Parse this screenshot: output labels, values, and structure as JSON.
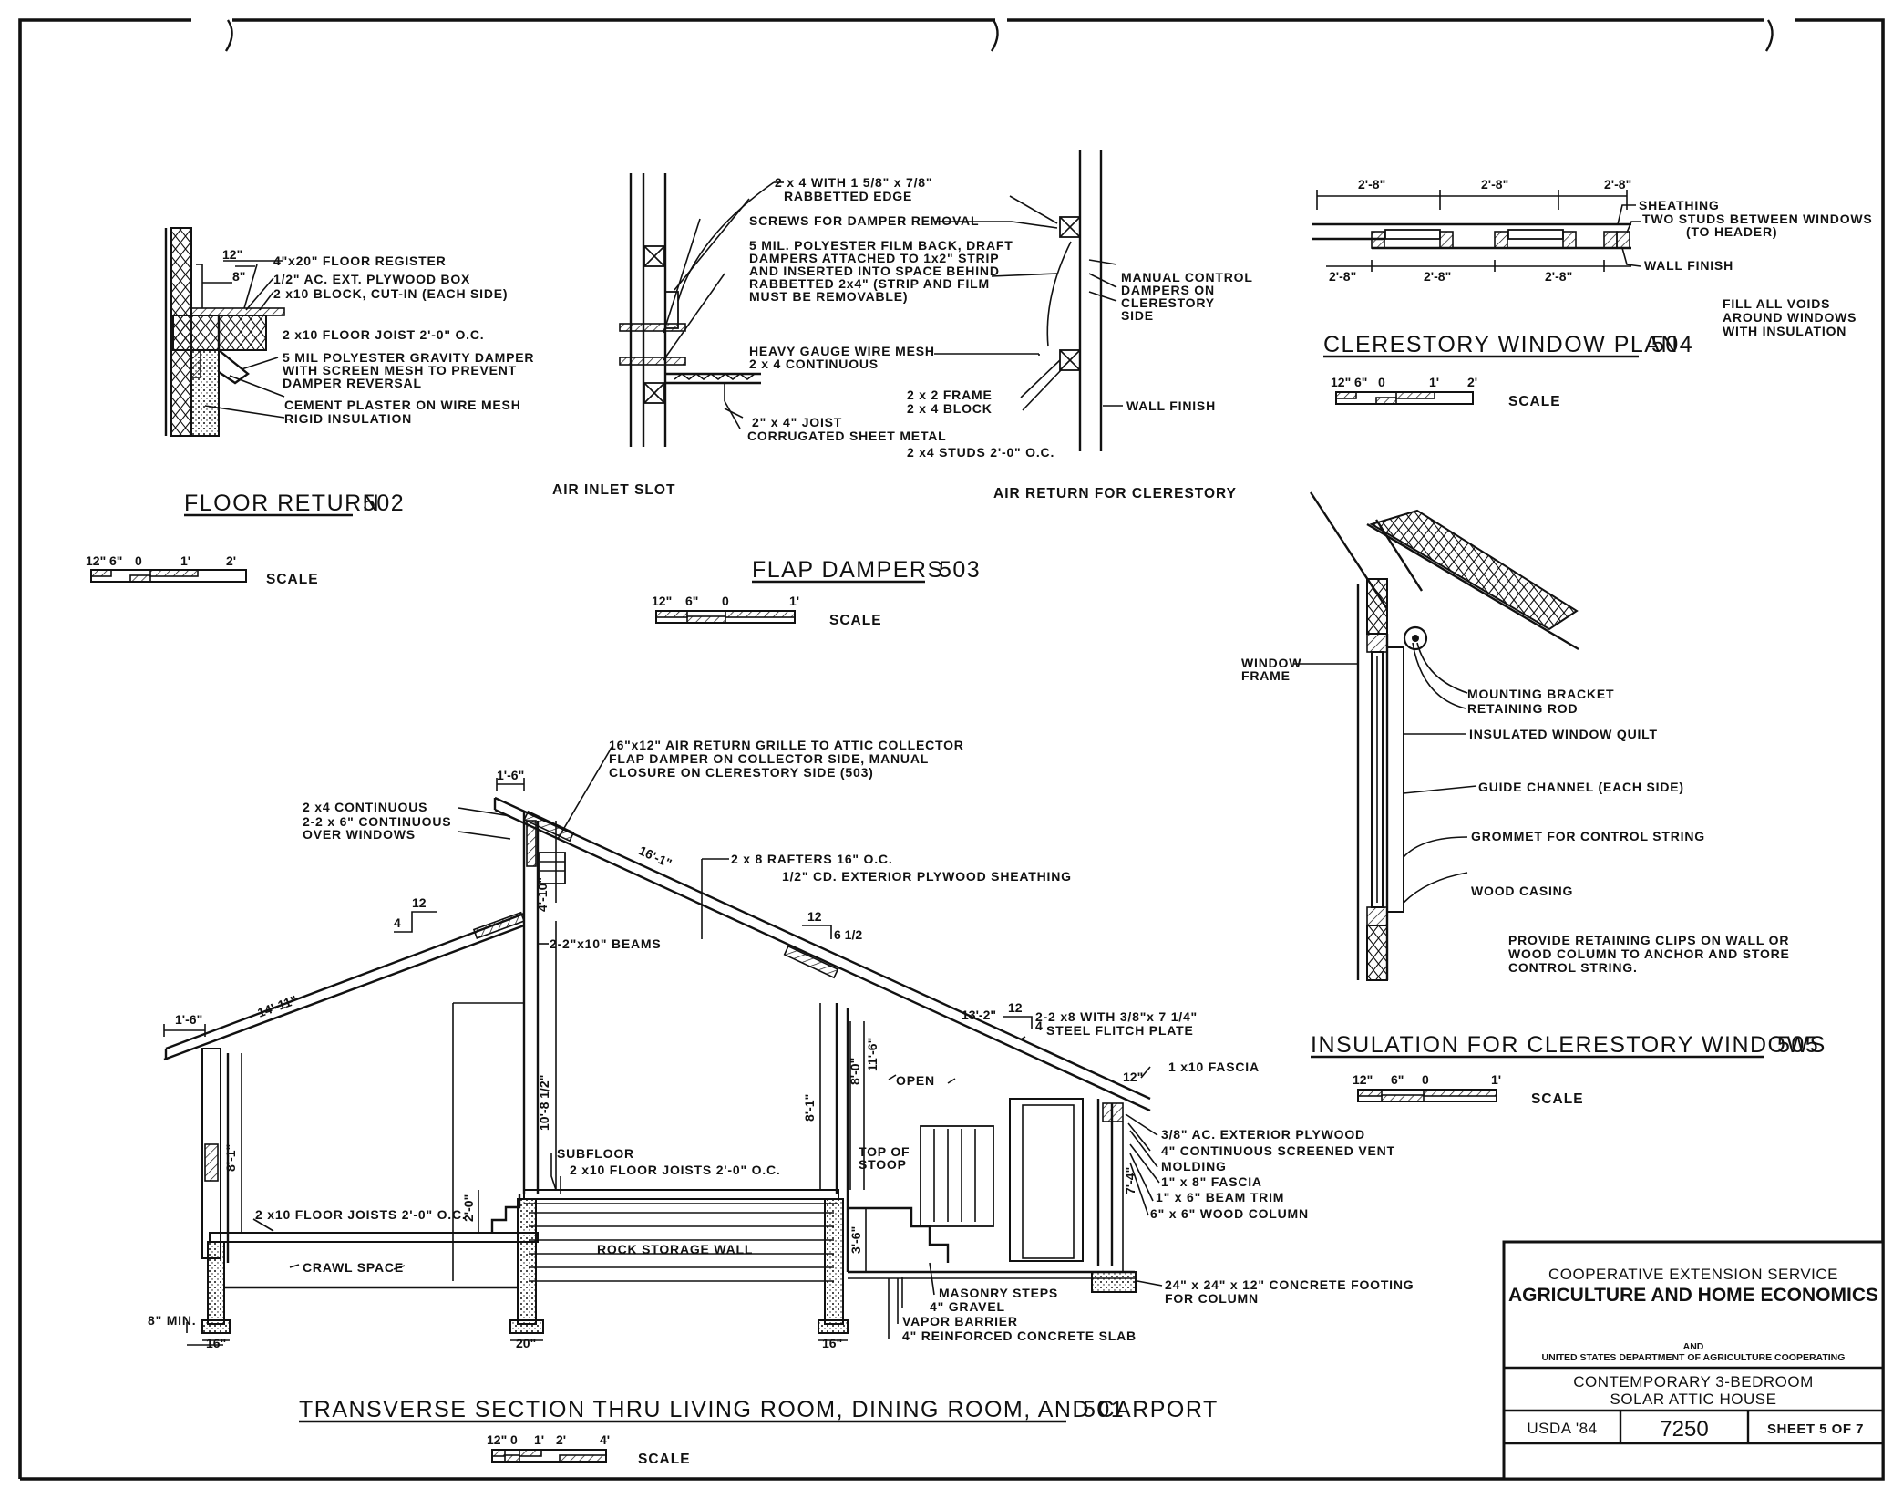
{
  "floor_return": {
    "title": "FLOOR RETURN",
    "number": "502",
    "labels": {
      "d12": "12\"",
      "d8": "8\"",
      "register": "4\"x20\" FLOOR REGISTER",
      "plybox": "1/2\" AC. EXT. PLYWOOD BOX",
      "block": "2 x10 BLOCK, CUT-IN (EACH SIDE)",
      "joist": "2 x10 FLOOR JOIST  2'-0\" O.C.",
      "poly1": "5 MIL POLYESTER GRAVITY DAMPER",
      "poly2": "WITH SCREEN MESH TO PREVENT",
      "poly3": "DAMPER REVERSAL",
      "cement": "CEMENT PLASTER ON WIRE MESH",
      "rigid": "RIGID INSULATION"
    },
    "scale": {
      "ticks": [
        "12\"",
        "6\"",
        "0",
        "1'",
        "2'"
      ],
      "label": "SCALE"
    }
  },
  "flap_dampers": {
    "title": "FLAP DAMPERS",
    "number": "503",
    "left_caption": "AIR INLET SLOT",
    "right_caption": "AIR RETURN FOR CLERESTORY",
    "labels": {
      "rab1": "2 x 4 WITH 1 5/8\" x 7/8\"",
      "rab2": "RABBETTED EDGE",
      "screws": "SCREWS FOR DAMPER REMOVAL",
      "film1": "5 MIL. POLYESTER FILM BACK, DRAFT",
      "film2": "DAMPERS ATTACHED TO 1x2\" STRIP",
      "film3": "AND INSERTED  INTO SPACE BEHIND",
      "film4": "RABBETTED 2x4\" (STRIP AND FILM",
      "film5": "MUST BE REMOVABLE)",
      "mesh": "HEAVY GAUGE WIRE MESH",
      "cont": "2 x 4  CONTINUOUS",
      "joist": "2\" x 4\"  JOIST",
      "metal": "CORRUGATED SHEET METAL",
      "manual1": "MANUAL CONTROL",
      "manual2": "DAMPERS ON",
      "manual3": "CLERESTORY",
      "manual4": "SIDE",
      "frame": "2 x 2  FRAME",
      "blk": "2 x 4  BLOCK",
      "wallfin": "WALL  FINISH",
      "studs": "2 x4  STUDS  2'-0\" O.C."
    },
    "scale": {
      "ticks": [
        "12\"",
        "6\"",
        "0",
        "1'"
      ],
      "label": "SCALE"
    }
  },
  "clerestory_plan": {
    "title": "CLERESTORY  WINDOW  PLAN",
    "number": "504",
    "dim_top": [
      "2'-8\"",
      "2'-8\"",
      "2'-8\""
    ],
    "dim_bottom": [
      "2'-8\"",
      "2'-8\"",
      "2'-8\""
    ],
    "labels": {
      "sheathing": "SHEATHING",
      "studs1": "TWO STUDS BETWEEN WINDOWS",
      "studs2": "(TO HEADER)",
      "wallfin": "WALL FINISH",
      "fill1": "FILL  ALL  VOIDS",
      "fill2": "AROUND  WINDOWS",
      "fill3": "WITH  INSULATION"
    },
    "scale": {
      "ticks": [
        "12\"",
        "6\"",
        "0",
        "1'",
        "2'"
      ],
      "label": "SCALE"
    }
  },
  "clerestory_insulation": {
    "title": "INSULATION  FOR  CLERESTORY  WINDOWS",
    "number": "505",
    "labels": {
      "wf1": "WINDOW",
      "wf2": "FRAME",
      "mount": "MOUNTING BRACKET",
      "rod": "RETAINING ROD",
      "quilt": "INSULATED WINDOW QUILT",
      "guide": "GUIDE CHANNEL (EACH SIDE)",
      "grommet": "GROMMET  FOR  CONTROL  STRING",
      "casing": "WOOD  CASING",
      "note1": "PROVIDE  RETAINING  CLIPS  ON  WALL  OR",
      "note2": "WOOD  COLUMN  TO  ANCHOR  AND  STORE",
      "note3": "CONTROL  STRING."
    },
    "scale": {
      "ticks": [
        "12\"",
        "6\"",
        "0",
        "1'"
      ],
      "label": "SCALE"
    }
  },
  "transverse_section": {
    "title": "TRANSVERSE  SECTION  THRU LIVING ROOM, DINING ROOM, AND CARPORT",
    "number": "501",
    "labels": {
      "grille1": "16\"x12\" AIR RETURN GRILLE TO ATTIC COLLECTOR",
      "grille2": "FLAP DAMPER ON COLLECTOR SIDE, MANUAL",
      "grille3": "CLOSURE ON CLERESTORY SIDE (503)",
      "cont": "2 x4  CONTINUOUS",
      "cont26a": "2-2 x 6\" CONTINUOUS",
      "cont26b": "OVER  WINDOWS",
      "rafters": "2 x 8  RAFTERS  16\" O.C.",
      "plysheath": "1/2\" CD. EXTERIOR PLYWOOD SHEATHING",
      "beams": "2-2\"x10\" BEAMS",
      "flitch1": "2-2 x8  WITH 3/8\"x 7 1/4\"",
      "flitch2": "STEEL FLITCH PLATE",
      "fascia10": "1 x10  FASCIA",
      "open": "OPEN",
      "subfloor": "SUBFLOOR",
      "joists1": "2 x10  FLOOR JOISTS  2'-0\" O.C.",
      "joists2": "2 x10  FLOOR JOISTS  2'-0\" O.C.",
      "stoop1": "TOP OF",
      "stoop2": "STOOP",
      "ply38": "3/8\" AC. EXTERIOR  PLYWOOD",
      "vent": "4\" CONTINUOUS  SCREENED  VENT",
      "molding": "MOLDING",
      "fascia18": "1\" x 8\"  FASCIA",
      "trim": "1\" x 6\"  BEAM  TRIM",
      "column": "6\" x 6\"  WOOD  COLUMN",
      "rock": "ROCK  STORAGE  WALL",
      "crawl": "CRAWL  SPACE",
      "footing1": "24\" x 24\" x 12\"  CONCRETE  FOOTING",
      "footing2": "FOR  COLUMN",
      "steps": "MASONRY  STEPS",
      "gravel": "4\" GRAVEL",
      "vapor": "VAPOR  BARRIER",
      "slab": "4\" REINFORCED  CONCRETE  SLAB",
      "minimum": "8\" MIN."
    },
    "dims": {
      "d16top": "1'-6\"",
      "d16left": "1'-6\"",
      "d1411": "14'-11\"",
      "d161": "16'-1\"",
      "d132": "13'-2\"",
      "d410": "4'-10\"",
      "d1081": "10'-8 1/2\"",
      "d81a": "8'-1\"",
      "d81b": "8'-1\"",
      "d80": "8'-0\"",
      "d116": "11'-6\"",
      "d20": "2'-0\"",
      "d36": "3'-6\"",
      "d74": "7'-4\"",
      "d12": "12\"",
      "f16a": "16\"",
      "f20": "20\"",
      "f16b": "16\""
    },
    "slopes": [
      {
        "rise": "4",
        "run": "12"
      },
      {
        "rise": "6 1/2",
        "run": "12"
      },
      {
        "rise": "4",
        "run": "12"
      }
    ],
    "scale": {
      "ticks": [
        "12\"",
        "0",
        "1'",
        "2'",
        "4'"
      ],
      "label": "SCALE"
    }
  },
  "title_block": {
    "agency1": "COOPERATIVE EXTENSION SERVICE",
    "agency2": "AGRICULTURE AND HOME ECONOMICS",
    "and": "AND",
    "usda": "UNITED STATES DEPARTMENT OF AGRICULTURE COOPERATING",
    "project1": "CONTEMPORARY  3-BEDROOM",
    "project2": "SOLAR  ATTIC  HOUSE",
    "year": "USDA  '84",
    "plan_no": "7250",
    "sheet": "SHEET 5  OF  7"
  }
}
